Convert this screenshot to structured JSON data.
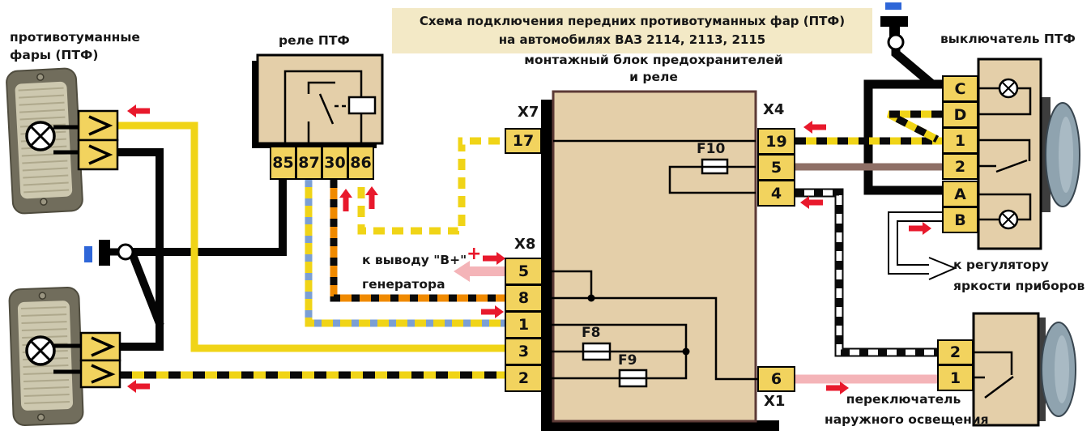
{
  "title": {
    "line1": "Схема подключения передних противотуманных фар (ПТФ)",
    "line2": "на автомобилях ВАЗ 2114, 2113, 2115"
  },
  "block": {
    "title_line1": "монтажный блок предохранителей",
    "title_line2": "и реле",
    "fuses": {
      "f10": "F10",
      "f8": "F8",
      "f9": "F9"
    },
    "connectors": {
      "x7": {
        "label": "X7",
        "pins": [
          "17"
        ]
      },
      "x8": {
        "label": "X8",
        "pins": [
          "5",
          "8",
          "1",
          "3",
          "2"
        ]
      },
      "x4": {
        "label": "X4",
        "pins": [
          "19",
          "5",
          "4"
        ]
      },
      "x1": {
        "label": "X1",
        "pins": [
          "6"
        ]
      }
    }
  },
  "fog_lamps": {
    "label_line1": "противотуманные",
    "label_line2": "фары (ПТФ)"
  },
  "relay": {
    "label": "реле ПТФ",
    "pins": [
      "85",
      "87",
      "30",
      "86"
    ]
  },
  "ptf_switch": {
    "label": "выключатель ПТФ",
    "pins": [
      "C",
      "D",
      "1",
      "2",
      "A",
      "B"
    ]
  },
  "light_switch": {
    "label_line1": "переключатель",
    "label_line2": "наружного освещения",
    "pins": [
      "2",
      "1"
    ]
  },
  "annotations": {
    "generator_line1": "к выводу \"В+\"",
    "generator_line2": "генератора",
    "plus": "+",
    "regulator_line1": "к регулятору",
    "regulator_line2": "яркости приборов"
  },
  "colors": {
    "panel_tan": "#E4CFA9",
    "pin_yellow": "#F2D35E",
    "wire_yellow": "#F0D417",
    "wire_orange": "#F08A00",
    "wire_blue_dash": "#7B9FD4",
    "wire_brown": "#8E6F66",
    "wire_pink": "#F4B4B8",
    "arrow_red": "#E8192C",
    "battery_blue": "#2E66D8",
    "block_border": "#5C3A36",
    "title_bg": "#F3E9C6"
  }
}
